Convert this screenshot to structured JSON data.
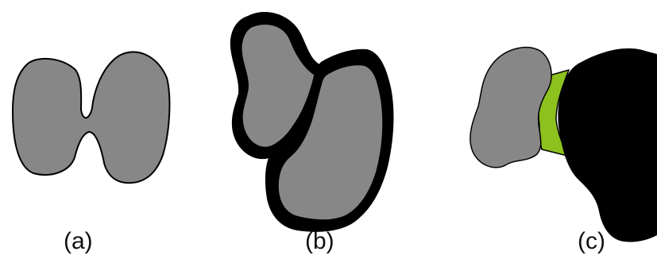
{
  "panels": [
    {
      "id": "a",
      "label": "(a)"
    },
    {
      "id": "b",
      "label": "(b)"
    },
    {
      "id": "c",
      "label": "(c)"
    }
  ],
  "colors": {
    "background": "#ffffff",
    "shape_fill": "#878787",
    "outline": "#000000",
    "interface_fill": "#8dc11e",
    "solid_black": "#000000"
  }
}
